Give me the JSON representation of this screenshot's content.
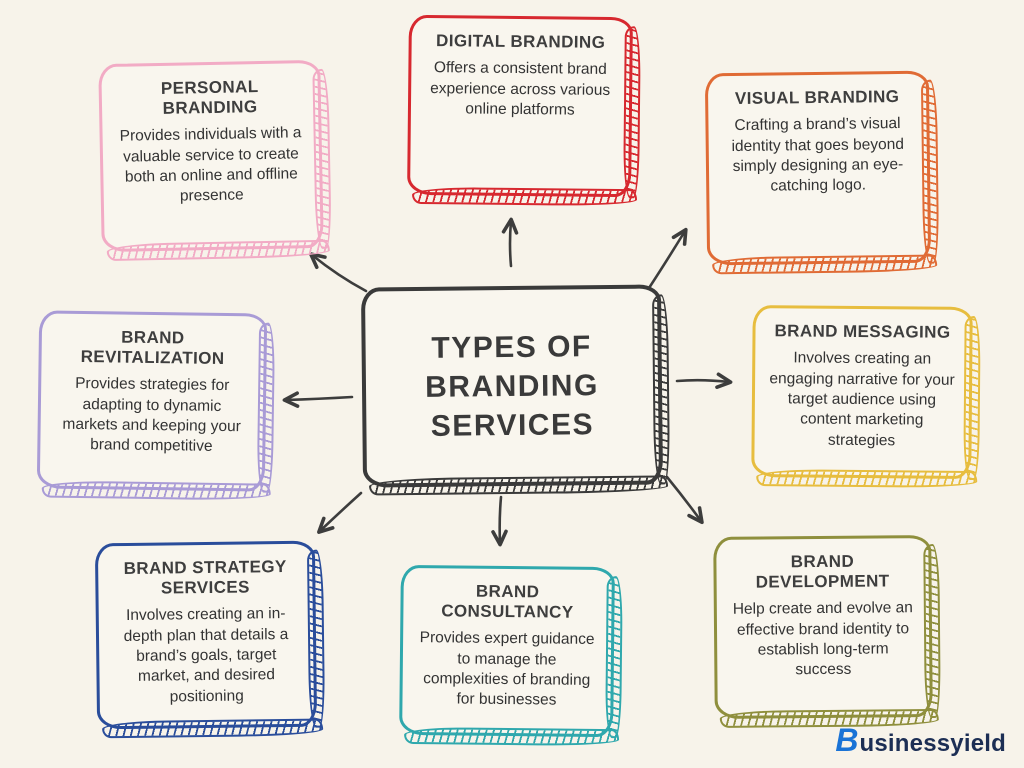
{
  "background": "#f7f3ea",
  "center": {
    "title": "TYPES OF BRANDING SERVICES",
    "color": "#3a3a3a"
  },
  "nodes": [
    {
      "id": "personal-branding",
      "title": "PERSONAL BRANDING",
      "body": "Provides individuals with a valuable service to create both an online and offline presence",
      "color": "#f2abc5"
    },
    {
      "id": "digital-branding",
      "title": "DIGITAL BRANDING",
      "body": "Offers a consistent brand experience across various online platforms",
      "color": "#d7282f"
    },
    {
      "id": "visual-branding",
      "title": "VISUAL BRANDING",
      "body": "Crafting a brand’s visual identity that goes beyond simply designing an eye-catching logo.",
      "color": "#e06b35"
    },
    {
      "id": "brand-revitalization",
      "title": "BRAND REVITALIZATION",
      "body": "Provides strategies for adapting to dynamic markets and keeping your brand competitive",
      "color": "#a99bd6"
    },
    {
      "id": "brand-messaging",
      "title": "BRAND MESSAGING",
      "body": "Involves creating an engaging narrative for your target audience using content marketing strategies",
      "color": "#e7bd3f"
    },
    {
      "id": "brand-strategy-services",
      "title": "BRAND STRATEGY SERVICES",
      "body": "Involves creating an in-depth plan that details a brand’s goals, target market, and desired positioning",
      "color": "#2a4d9b"
    },
    {
      "id": "brand-consultancy",
      "title": "BRAND CONSULTANCY",
      "body": "Provides expert guidance to manage the complexities of branding for businesses",
      "color": "#2fa8ad"
    },
    {
      "id": "brand-development",
      "title": "BRAND DEVELOPMENT",
      "body": "Help create and evolve an effective brand identity to establish long-term success",
      "color": "#8f8f3d"
    }
  ],
  "logo": {
    "mark": "B",
    "text": "usinessyield",
    "mark_color": "#1a73d6",
    "text_color": "#1c2e54"
  }
}
